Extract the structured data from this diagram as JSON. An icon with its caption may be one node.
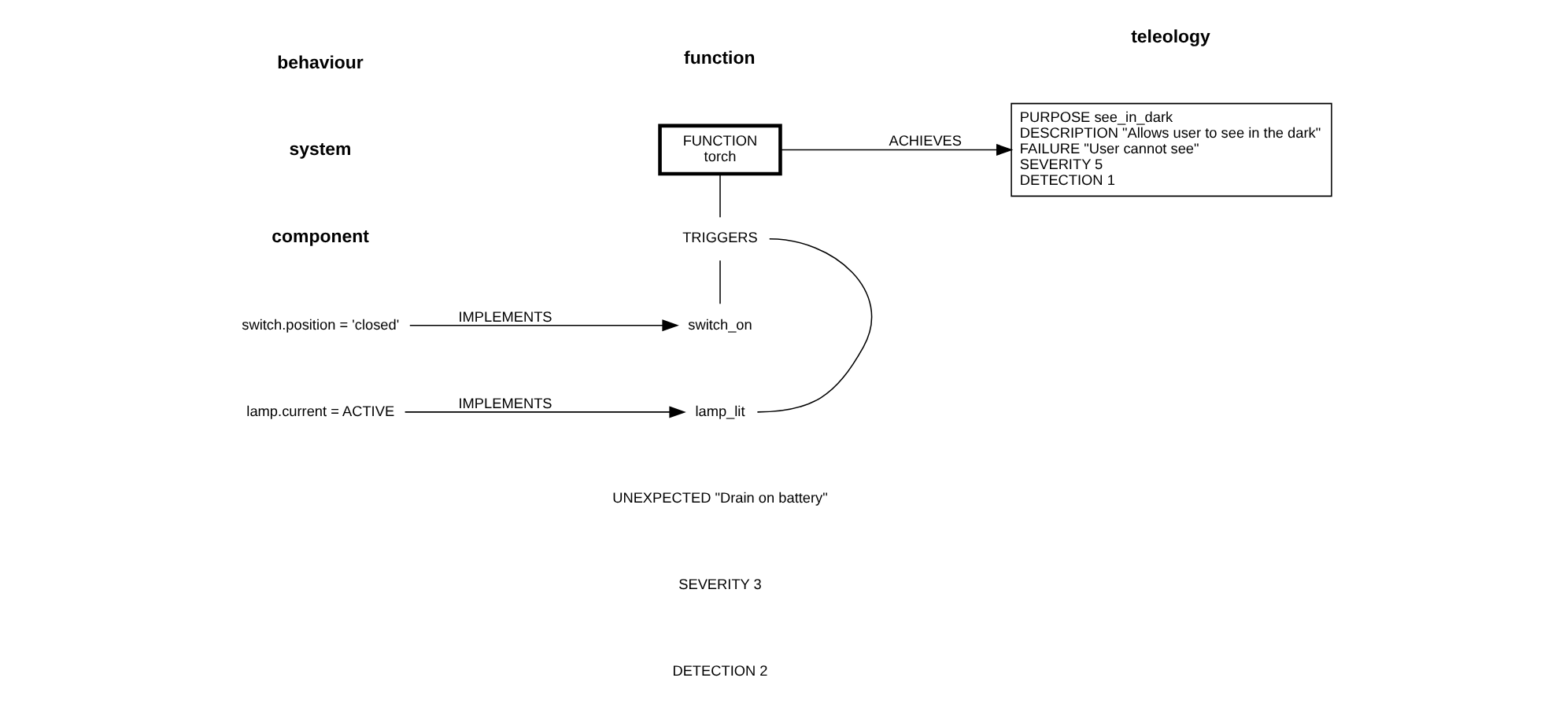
{
  "diagram": {
    "nodes": [
      {
        "text": [
          "FUNCTION",
          "torch"
        ]
      },
      {
        "text": [
          "PURPOSE see_in_dark",
          "DESCRIPTION \"Allows user to see in the dark\"",
          "FAILURE \"User cannot see\"",
          "SEVERITY 5",
          "DETECTION 1"
        ]
      },
      {
        "text": [
          "TRIGGERS"
        ]
      },
      {
        "text": [
          "switch.position = 'closed'"
        ]
      },
      {
        "text": [
          "switch_on"
        ]
      },
      {
        "text": [
          "lamp.current = ACTIVE"
        ]
      },
      {
        "text": [
          "lamp_lit"
        ]
      }
    ],
    "edges": [
      {
        "from": 0,
        "to": 1,
        "arrow": "to",
        "label": "ACHIEVES"
      },
      {
        "from": 0,
        "to": 2,
        "arrow": "none"
      },
      {
        "from": 2,
        "to": 4,
        "arrow": "none"
      },
      {
        "from": 2,
        "to": 6,
        "arrow": "none"
      },
      {
        "from": 3,
        "to": 4,
        "arrow": "to",
        "label": "IMPLEMENTS"
      },
      {
        "from": 5,
        "to": 6,
        "arrow": "to",
        "label": "IMPLEMENTS"
      }
    ],
    "labels": [
      "behaviour",
      "function",
      "teleology",
      "system",
      "component",
      "UNEXPECTED \"Drain on battery\"",
      "SEVERITY 3",
      "DETECTION 2"
    ]
  }
}
